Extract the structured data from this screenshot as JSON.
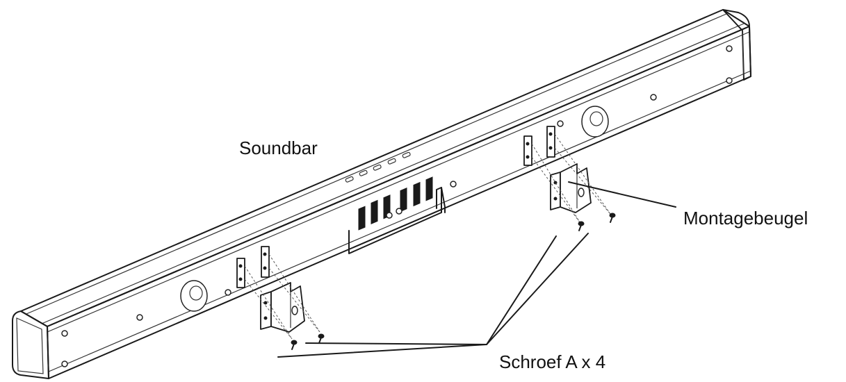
{
  "labels": {
    "soundbar": "Soundbar",
    "bracket": "Montagebeugel",
    "screw": "Schroef A x 4"
  },
  "colors": {
    "ink": "#1a1a1a",
    "background": "#ffffff"
  }
}
